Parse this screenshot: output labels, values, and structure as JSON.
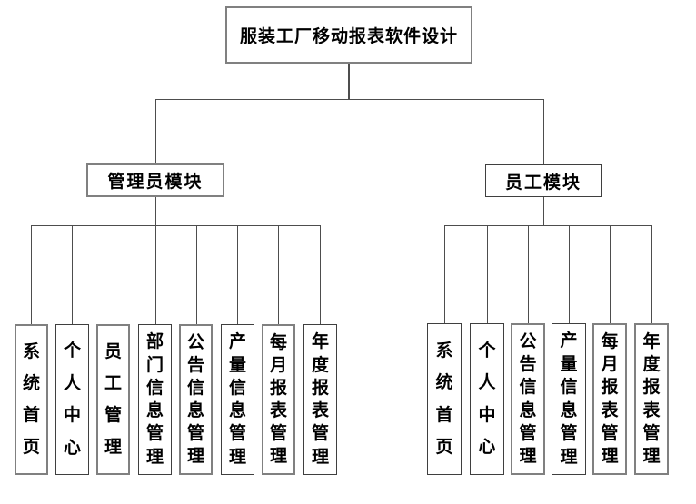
{
  "diagram": {
    "title": "服装工厂移动报表软件设计",
    "modules": [
      {
        "label": "管理员模块",
        "children": [
          "系统首页",
          "个人中心",
          "员工管理",
          "部门信息管理",
          "公告信息管理",
          "产量信息管理",
          "每月报表管理",
          "年度报表管理"
        ]
      },
      {
        "label": "员工模块",
        "children": [
          "系统首页",
          "个人中心",
          "公告信息管理",
          "产量信息管理",
          "每月报表管理",
          "年度报表管理"
        ]
      }
    ]
  },
  "colors": {
    "background": "#ffffff",
    "text": "#000000",
    "box_border_gray": "#808080",
    "box_border_dark": "#3f3f3f",
    "connector": "#4d4d4d"
  }
}
